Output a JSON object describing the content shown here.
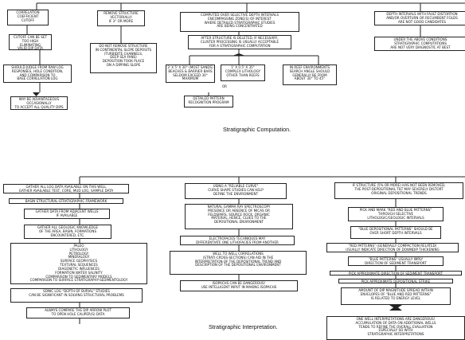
{
  "computation": {
    "caption": "Stratigraphic Computation.",
    "boxes": {
      "correlation": "CORRELATION\nCOEFFICIENT\nCUTOFF",
      "cutoff": "CUTOFF CAN BE SET\nTOO HIGH\nELIMINATING\nVALID DIP DATA",
      "judge": "SHOULD JUDGE FROM RAW LOG\nRESPONSES, HOLE CONDITION,\nAND COMPARISON TO\nBASE CORRELATION LOG",
      "advantageous": "MAY BE ADVANTAGEOUS\nOCCASIONALLY\nTO ACCEPT ALL QUALITY DIPS",
      "remove": "REMOVE STRUCTURE\nVECTORIALLY\nIF 3° OR MORE",
      "donot": "DO NOT REMOVE STRUCTURE\nIN CONTINENTAL SLOPE DEPOSITS\n(TURBIDITE CHANNELS,\nDEEP SEA FANS)\nDEPOSITION TOOK PLACE\nON A DIPPING SLOPE",
      "computed": "COMPUTED OVER SELECTIVE DEPTH INTERVALS\nENCOMPASSING ZONE(S) OF INTEREST\nWHERE DETAILED STRATIGRAPHIC STUDIES\nARE BEING CONCENTRATED",
      "after": "AFTER STRUCTURE IS DELETED, IF NECESSARY,\nCLUSTER PROCESSING IS USUALLY ACCEPTABLE\nFOR A STRATIGRAPHIC COMPUTATION",
      "beaches": "3' x 5' x 30° (most sands)\nBEACHES & BARRIER BARS\nSELDOM EXCEED 30°\nMAXIMUM",
      "complex": "1' x 0.5' x 35°\nCOMPLEX LITHOLOGY\nOTHER THAN REEFS",
      "reef": "IN REEF ENVIRONMENTS\nSEARCH ANGLE SHOULD\nGENERALLY BE FROM\nABOUT 30° TO 45°",
      "or": "OR",
      "detailed": "DETAILED PATTERN\nRECOGNITION PROGRAM",
      "fault": "DEPTH INTERVALS WITH FAULT DISTORTION\nAND/OR OVERTURN OR RECUMBENT FOLDS\nARE NOT GOOD CANDIDATES",
      "under": "UNDER THE ABOVE CONDITIONS\nSTRATIGRAPHIC COMPUTATIONS\nARE NOT VERY DIAGNOSTIC AT BEST"
    }
  },
  "interpretation": {
    "caption": "Stratigraphic Interpretation.",
    "boxes": {
      "gather_all": "GATHER ALL LOG DATA AVAILABLE ON THIS WELL\nGATHER AVAILABLE TEST, CORE, MUD LOG, SAMPLE DATA",
      "basin": "BASIN STRUCTURAL-STRATIGRAPHIC FRAMEWORK",
      "adjacent": "GATHER DATA FROM ADJACENT WELLS\nIF AVAILABLE",
      "geologic": "GATHER ALL GEOLOGIC KNOWLEDGE\nOF THE AREA, BASIN, FORMATIONS\nENCOUNTERED, etc.",
      "paleo": "PALEO\nLITHOLOGY\nPETROLOGY\nMINERALOGY\nSURFACE GEOPHYSICS\nTEXTURAL SEQUENCES\nDIAGENETIC INFLUENCES\nFORMATION WATER SALINITY\nCOMPARISON TO SEDIMENTARY MODELS\nCOMPARISON TO SURFACE STRATIGRAPHY-SEDIMENTOLOGY",
      "sonic": "SONIC LOG \"DEPTH OF BURIAL\" STUDIES\nCAN BE SIGNIFICANT IN SOLVING STRUCTURAL PROBLEMS",
      "compare": "ALWAYS COMPARE THE DIP ARROW PLOT\nTO OPEN HOLE CALIPER(S) DATA",
      "reliable": "USING A \"RELIABLE CURVE\"\nCURVE SHAPE STUDIES CAN HELP\nDEFINE THE ENVIRONMENT",
      "gamma": "NATURAL GAMMA RAY SPECTROSCOPY\nPRESENCE OR ABSENCE OF MICAS OR\nFELDSPARS, SOURCE ROCK, ORGANIC\nMATERIAL, HENCE, CLUES TO THE\nDEPOSITIONAL ENVIRONMENT",
      "electro": "ELECTROFACIES TECHNIQUES MAY\nDIFFERENTIATE ONE LITHOFACIES FROM ANOTHER",
      "welltowell": "WELL TO WELL CORRELATIONS\n(STRATI-CROSS-SECTIONS) CAN AID IN THE\nINTERPRETATION OF THE DEPOSITIONAL TREND AND\nDESCRIPTION OF THE DEPOSITIONAL ENVIRONMENT",
      "isopach": "ISOPACHS CAN BE DANGEROUS!\nUSE INTELLIGENT INPUT IN MAKING ISOPACHS",
      "ifstructure": "IF STRUCTURE (5% OR MORE) HAS NOT BEEN REMOVED,\nTHE POST-DEPOSITIONAL TILT MAY SEVERELY DISTORT\nORIGINAL DEPOSITIONAL TRENDS",
      "pickmark": "PICK AND MARK \"RED AND BLUE PATTERNS\"\nTHROUGH SELECTIVE\nLITHOLOGIC/GEOLOGIC INTERVALS",
      "blue_dep": "\"BLUE DEPOSITIONAL PATTERNS\" SHOULD BE\nOVER SHORT DEPTH INTERVALS",
      "red": "\"RED PATTERNS\" (GENERALLY COMPACTION RELATED)\nUSUALLY INDICATE DIRECTION OF DOWNDIP THICKENING",
      "blue_usually": "\"BLUE PATTERNS\" USUALLY IMPLY\nDIRECTION OF SEDIMENT TRANSPORT",
      "approx_transport": "PICK APPROXIMATE DIRECTION OF SEDIMENT TRANSPORT",
      "approx_strike": "PICK APPROXIMATE DEPOSITIONAL STRIKE",
      "amount": "AMOUNT OF DIP MAGNITUDE SPREAD WITHIN\nENVELOPES OF \"BLUE AND RED PATTERNS\"\nIS RELATED TO ENERGY LEVEL",
      "onewell": "ONE WELL INTERPRETATIONS ARE DANGEROUS!\nACCUMULATION OF DATA ON ADDITIONAL WELLS\nTENDS TO REFINE THE OVERALL EVALUATION\nESPECIALLY SO WITH\nSTRATIGRAPHIC INTERPRETATIONS"
    }
  }
}
